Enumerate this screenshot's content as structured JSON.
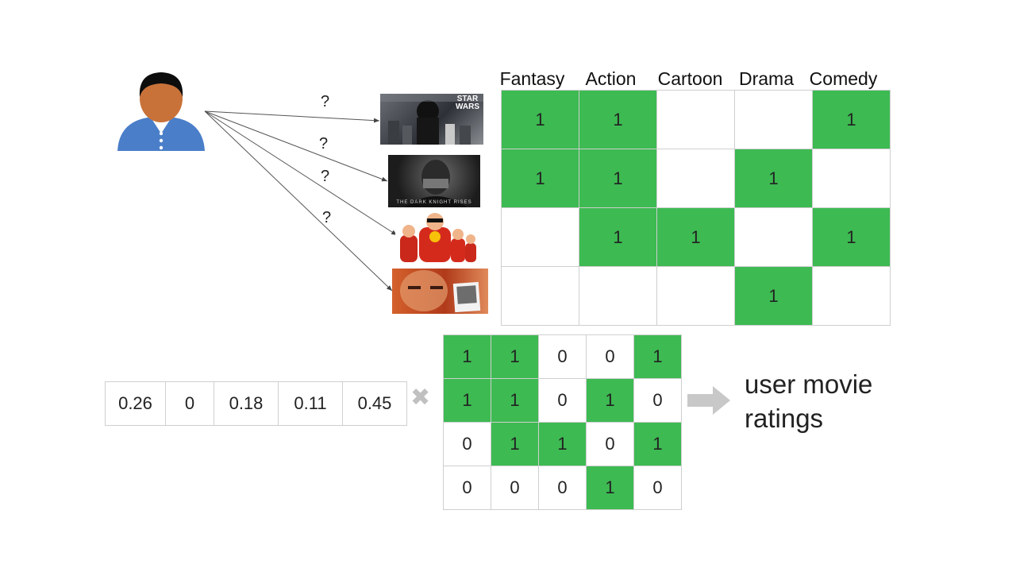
{
  "genres": [
    "Fantasy",
    "Action",
    "Cartoon",
    "Drama",
    "Comedy"
  ],
  "question_mark": "?",
  "movie_genre_matrix": [
    [
      1,
      1,
      0,
      0,
      1
    ],
    [
      1,
      1,
      0,
      1,
      0
    ],
    [
      0,
      1,
      1,
      0,
      1
    ],
    [
      0,
      0,
      0,
      1,
      0
    ]
  ],
  "movies": [
    {
      "icon": "star-wars-poster",
      "title_text": "STAR WARS"
    },
    {
      "icon": "dark-knight-rises-poster",
      "title_text": "THE DARK KNIGHT RISES"
    },
    {
      "icon": "incredibles-poster",
      "title_text": ""
    },
    {
      "icon": "memento-poster",
      "title_text": ""
    }
  ],
  "user_weights": [
    "0.26",
    "0",
    "0.18",
    "0.11",
    "0.45"
  ],
  "times_symbol": "✖",
  "result_label": "user movie ratings",
  "colors": {
    "filled": "#3dba52",
    "border": "#cfcfcf",
    "arrow": "#c8c8c8",
    "user_shirt": "#4a7ec9",
    "user_skin": "#c8723a"
  }
}
